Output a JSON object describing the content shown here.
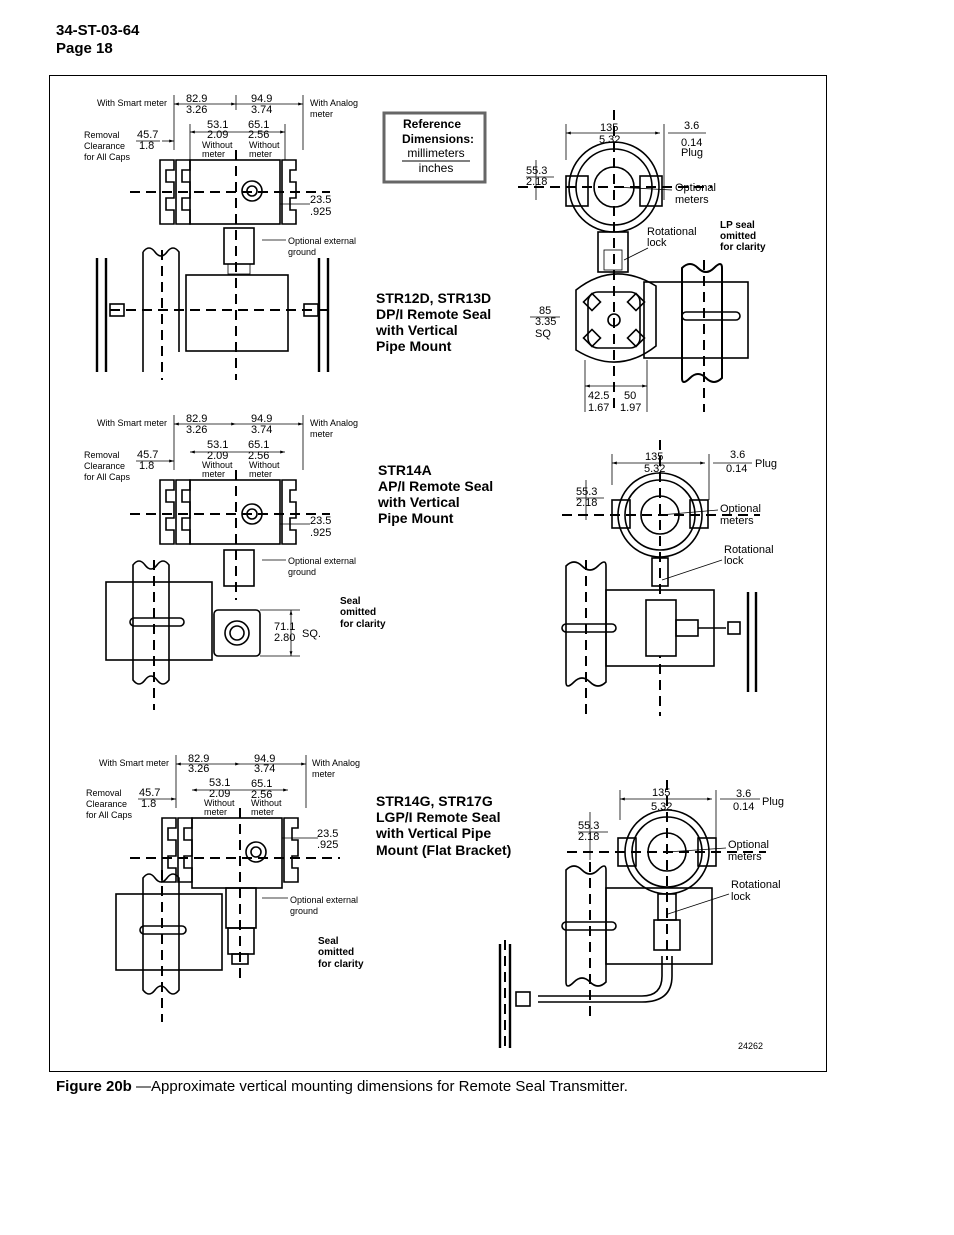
{
  "header": {
    "doc_number": "34-ST-03-64",
    "page": "Page 18"
  },
  "reference_box": {
    "title_line1": "Reference",
    "title_line2": "Dimensions:",
    "unit_top": "millimeters",
    "unit_bottom": "inches"
  },
  "dims_common": {
    "with_smart_meter": "With Smart meter",
    "with_analog_meter_1": "With Analog",
    "with_analog_meter_2": "meter",
    "smart_mm": "82.9",
    "smart_in": "3.26",
    "analog_mm": "94.9",
    "analog_in": "3.74",
    "wo_left_mm": "53.1",
    "wo_left_in": "2.09",
    "wo_right_mm": "65.1",
    "wo_right_in": "2.56",
    "without": "Without",
    "meter": "meter",
    "removal_1": "Removal",
    "removal_2": "Clearance",
    "removal_3": "for All Caps",
    "removal_mm": "45.7",
    "removal_in": "1.8",
    "depth_mm": "23.5",
    "depth_in": ".925",
    "ground_1": "Optional external",
    "ground_2": "ground"
  },
  "section1": {
    "title": [
      "STR12D, STR13D",
      "DP/I Remote Seal",
      "with Vertical",
      "Pipe Mount"
    ],
    "top_mm": "135",
    "top_in": "5.32",
    "plug_mm": "3.6",
    "plug_in": "0.14",
    "plug_label": "Plug",
    "side_mm": "55.3",
    "side_in": "2.18",
    "optional_meters_1": "Optional",
    "optional_meters_2": "meters",
    "rot_lock_1": "Rotational",
    "rot_lock_2": "lock",
    "lp_seal": [
      "LP seal",
      "omitted",
      "for clarity"
    ],
    "sq_mm": "85",
    "sq_in": "3.35",
    "sq_label": "SQ",
    "bottom_left_mm": "42.5",
    "bottom_left_in": "1.67",
    "bottom_right_mm": "50",
    "bottom_right_in": "1.97"
  },
  "section2": {
    "title": [
      "STR14A",
      "AP/I Remote Seal",
      "with Vertical",
      "Pipe Mount"
    ],
    "top_mm": "135",
    "top_in": "5.32",
    "plug_mm": "3.6",
    "plug_in": "0.14",
    "plug_label": "Plug",
    "side_mm": "55.3",
    "side_in": "2.18",
    "optional_meters_1": "Optional",
    "optional_meters_2": "meters",
    "rot_lock_1": "Rotational",
    "rot_lock_2": "lock",
    "seal_omitted": [
      "Seal",
      "omitted",
      "for clarity"
    ],
    "sq_mm": "71.1",
    "sq_in": "2.80",
    "sq_label": "SQ."
  },
  "section3": {
    "title": [
      "STR14G, STR17G",
      "LGP/I Remote Seal",
      "with Vertical Pipe",
      "Mount (Flat Bracket)"
    ],
    "top_mm": "135",
    "top_in": "5.32",
    "plug_mm": "3.6",
    "plug_in": "0.14",
    "plug_label": "Plug",
    "side_mm": "55.3",
    "side_in": "2.18",
    "optional_meters_1": "Optional",
    "optional_meters_2": "meters",
    "rot_lock_1": "Rotational",
    "rot_lock_2": "lock",
    "seal_omitted": [
      "Seal",
      "omitted",
      "for clarity"
    ]
  },
  "drawing_number": "24262",
  "caption": {
    "label": "Figure 20b",
    "text": " —Approximate vertical mounting dimensions for Remote Seal Transmitter."
  }
}
